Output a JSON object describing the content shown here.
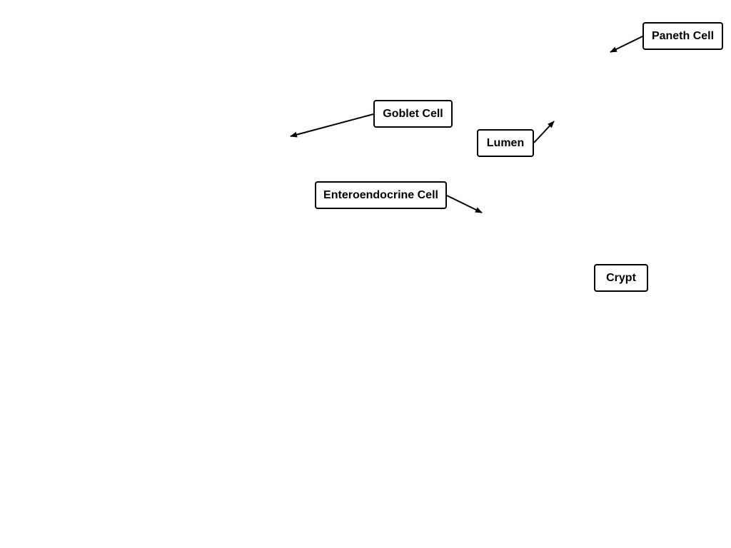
{
  "labels": {
    "paneth": "Paneth Cell",
    "goblet": "Goblet Cell",
    "lumen": "Lumen",
    "enteroendocrine": "Enteroendocrine Cell",
    "crypt": "Crypt"
  },
  "colors": {
    "stroke": "#000000",
    "background": "#ffffff"
  }
}
